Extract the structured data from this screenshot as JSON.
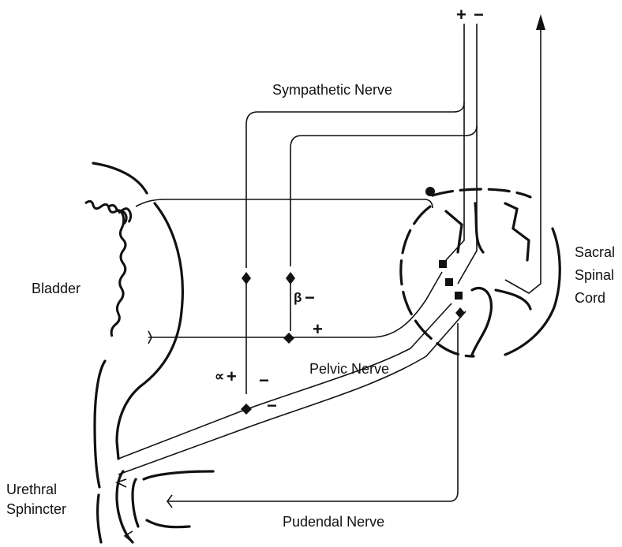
{
  "labels": {
    "sympathetic_nerve": "Sympathetic Nerve",
    "bladder": "Bladder",
    "pelvic_nerve": "Pelvic Nerve",
    "urethral": "Urethral",
    "sphincter": "Sphincter",
    "pudendal_nerve": "Pudendal Nerve",
    "sacral": "Sacral",
    "spinal": "Spinal",
    "cord": "Cord"
  },
  "signs": {
    "top_plus": "+",
    "top_minus": "−",
    "beta_symbol": "β",
    "beta_minus": "−",
    "pelvic_plus": "+",
    "alpha_symbol": "∝",
    "alpha_plus": "+",
    "sym_minus": "−",
    "urethra_minus": "−"
  },
  "colors": {
    "ink": "#111111",
    "background": "#ffffff"
  }
}
